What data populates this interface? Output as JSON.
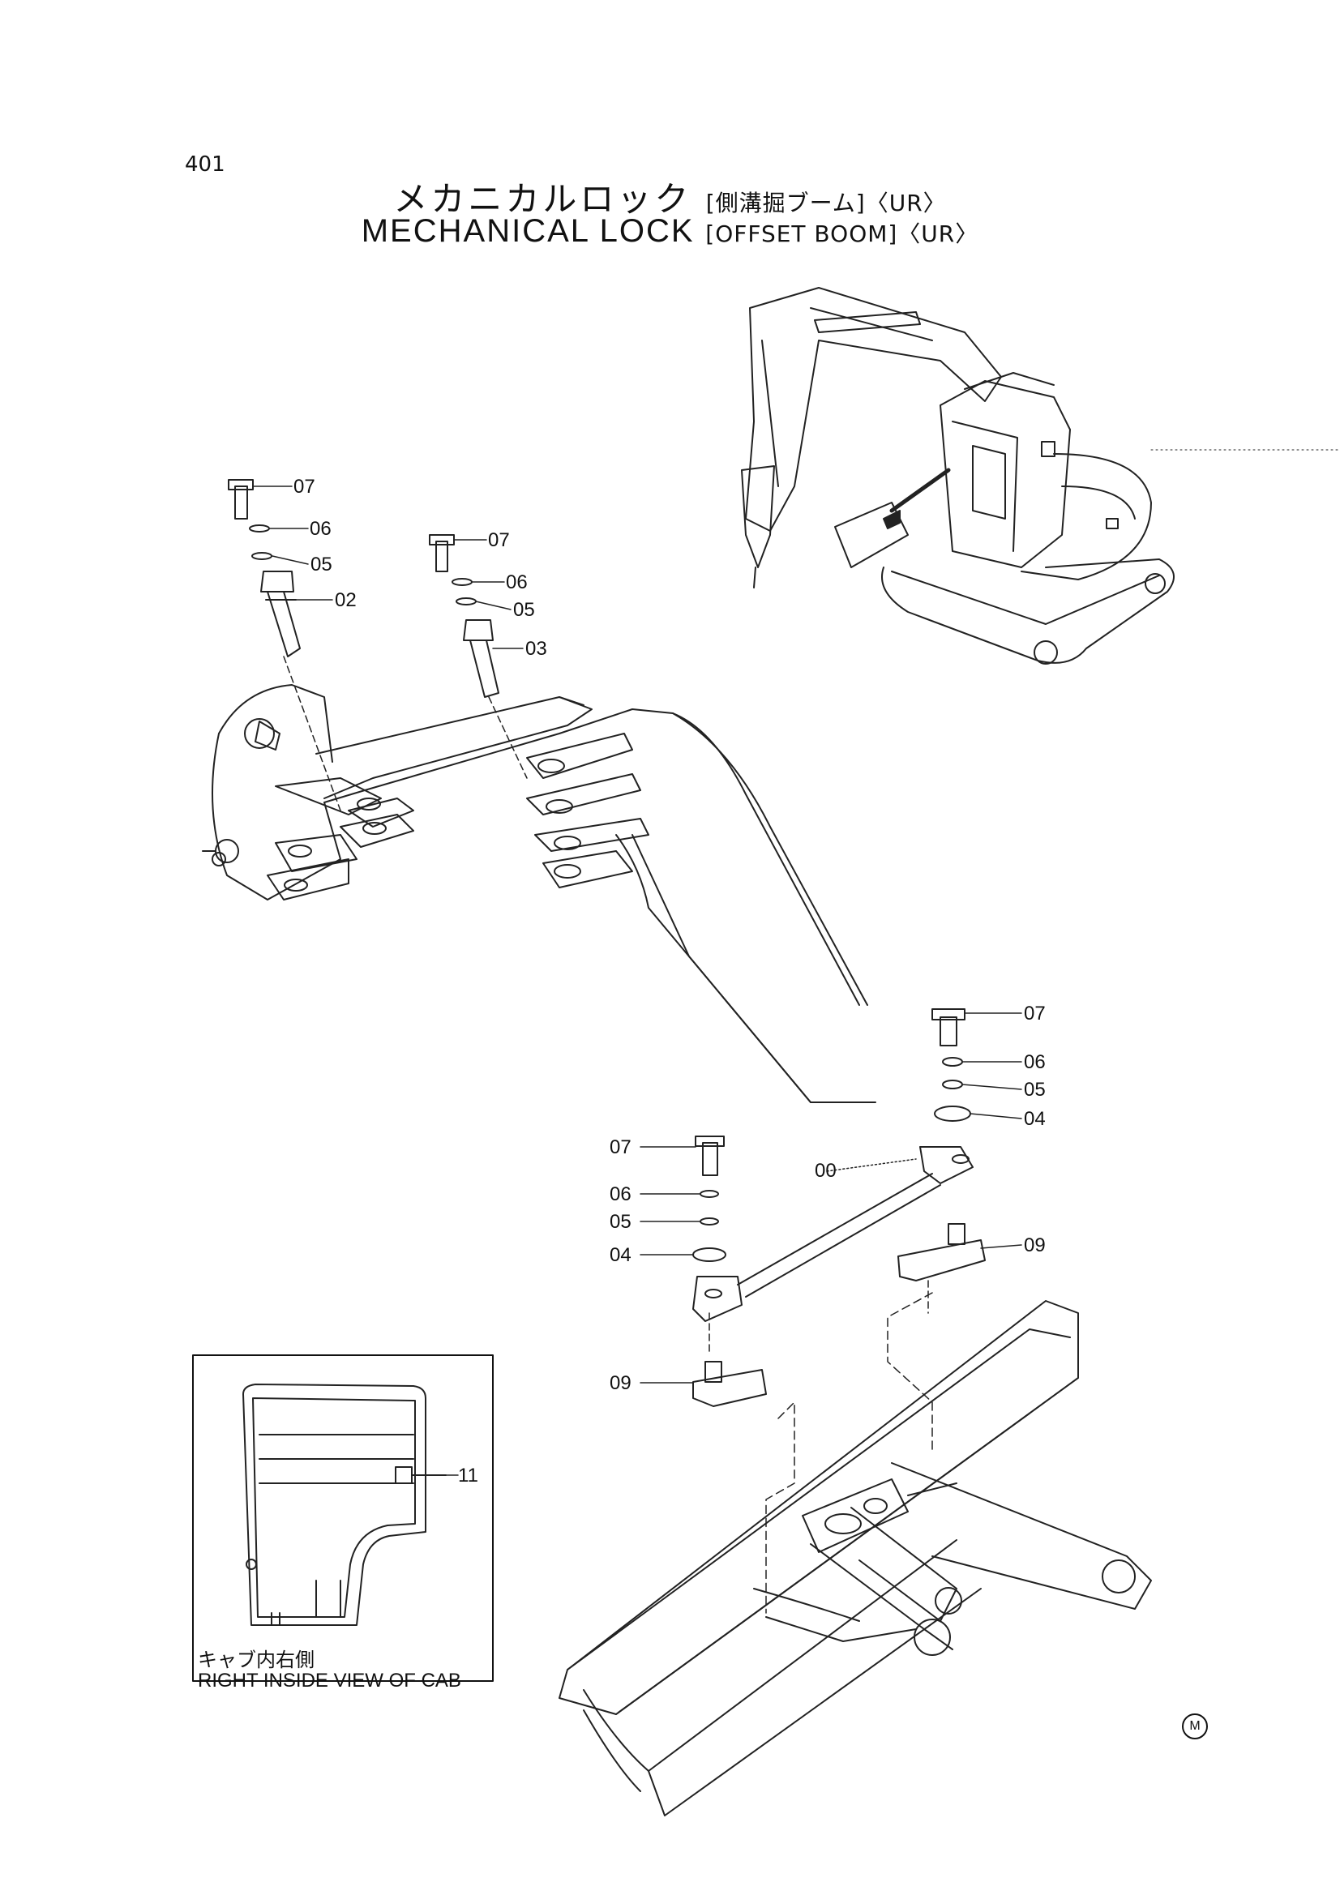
{
  "page_number": "401",
  "title": {
    "jp_main": "メカニカルロック",
    "jp_sub": "[側溝掘ブーム]〈UR〉",
    "en_main": "MECHANICAL LOCK",
    "en_sub": "[OFFSET BOOM]〈UR〉"
  },
  "callouts": {
    "bolt_upper_left": "07",
    "spring_washer_upper_left": "06",
    "washer_upper_left": "05",
    "pin_02": "02",
    "bolt_upper_mid": "07",
    "spring_washer_upper_mid": "06",
    "washer_upper_mid": "05",
    "pin_03": "03",
    "bolt_right": "07",
    "spring_washer_right": "06",
    "washer_right": "05",
    "plate_washer_right": "04",
    "bracket_right": "09",
    "lock_bar": "00",
    "bolt_left": "07",
    "spring_washer_left": "06",
    "washer_left": "05",
    "plate_washer_left": "04",
    "bracket_left": "09",
    "cab_label_item": "11"
  },
  "inset": {
    "caption_jp": "キャブ内右側",
    "caption_en": "RIGHT INSIDE VIEW OF CAB"
  },
  "maker_mark": "M"
}
